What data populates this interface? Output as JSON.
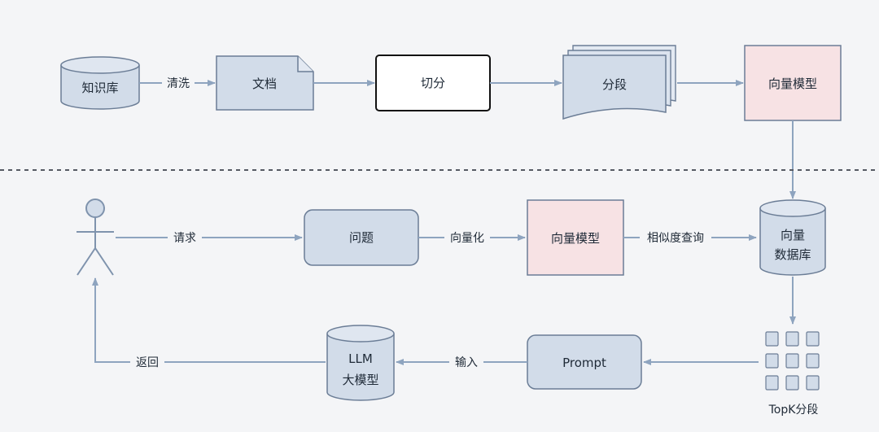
{
  "indexing": {
    "knowledge_base": "知识库",
    "clean_label": "清洗",
    "document": "文档",
    "split": "切分",
    "segments": "分段",
    "vector_model": "向量模型"
  },
  "query": {
    "request_label": "请求",
    "question": "问题",
    "vectorize_label": "向量化",
    "vector_model": "向量模型",
    "similarity_label": "相似度查询",
    "vector_db_line1": "向量",
    "vector_db_line2": "数据库",
    "topk_label": "TopK分段",
    "prompt": "Prompt",
    "input_label": "输入",
    "llm_line1": "LLM",
    "llm_line2": "大模型",
    "return_label": "返回"
  },
  "colors": {
    "box_blue": "#d2dce9",
    "box_pink": "#f7e2e4",
    "stroke": "#6b7d96",
    "arrow": "#8ea4bf"
  }
}
